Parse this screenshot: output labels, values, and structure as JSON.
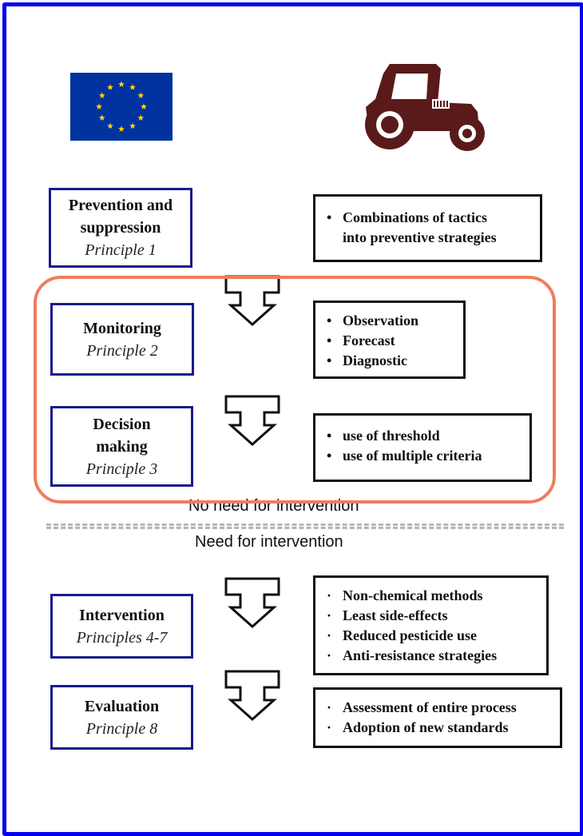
{
  "principles": [
    {
      "title": "Prevention and suppression",
      "principle": "Principle 1"
    },
    {
      "title": "Monitoring",
      "principle": "Principle 2"
    },
    {
      "title": "Decision making",
      "principle": "Principle 3"
    },
    {
      "title": "Intervention",
      "principle": "Principles 4-7"
    },
    {
      "title": "Evaluation",
      "principle": "Principle 8"
    }
  ],
  "details": [
    {
      "bullet": "•",
      "items": [
        "Combinations of tactics",
        "into preventive strategies"
      ]
    },
    {
      "bullet": "•",
      "items": [
        "Observation",
        "Forecast",
        "Diagnostic"
      ]
    },
    {
      "bullet": "•",
      "items": [
        "use of threshold",
        "use of multiple criteria"
      ]
    },
    {
      "bullet": "·",
      "items": [
        "Non-chemical methods",
        "Least side-effects",
        "Reduced pesticide use",
        "Anti-resistance strategies"
      ]
    },
    {
      "bullet": "·",
      "items": [
        "Assessment of entire process",
        "Adoption of new standards"
      ]
    }
  ],
  "separator": {
    "no_need": "No need for intervention",
    "need": "Need for intervention"
  },
  "colors": {
    "frame": "#0000ee",
    "principle_border": "#1a1a8c",
    "highlight": "#ef7d5f",
    "eu_blue": "#0033a0",
    "eu_star": "#ffd700",
    "tractor": "#5a1a1a"
  },
  "icons": [
    "eu-flag",
    "tractor-icon",
    "down-arrow-icon"
  ]
}
